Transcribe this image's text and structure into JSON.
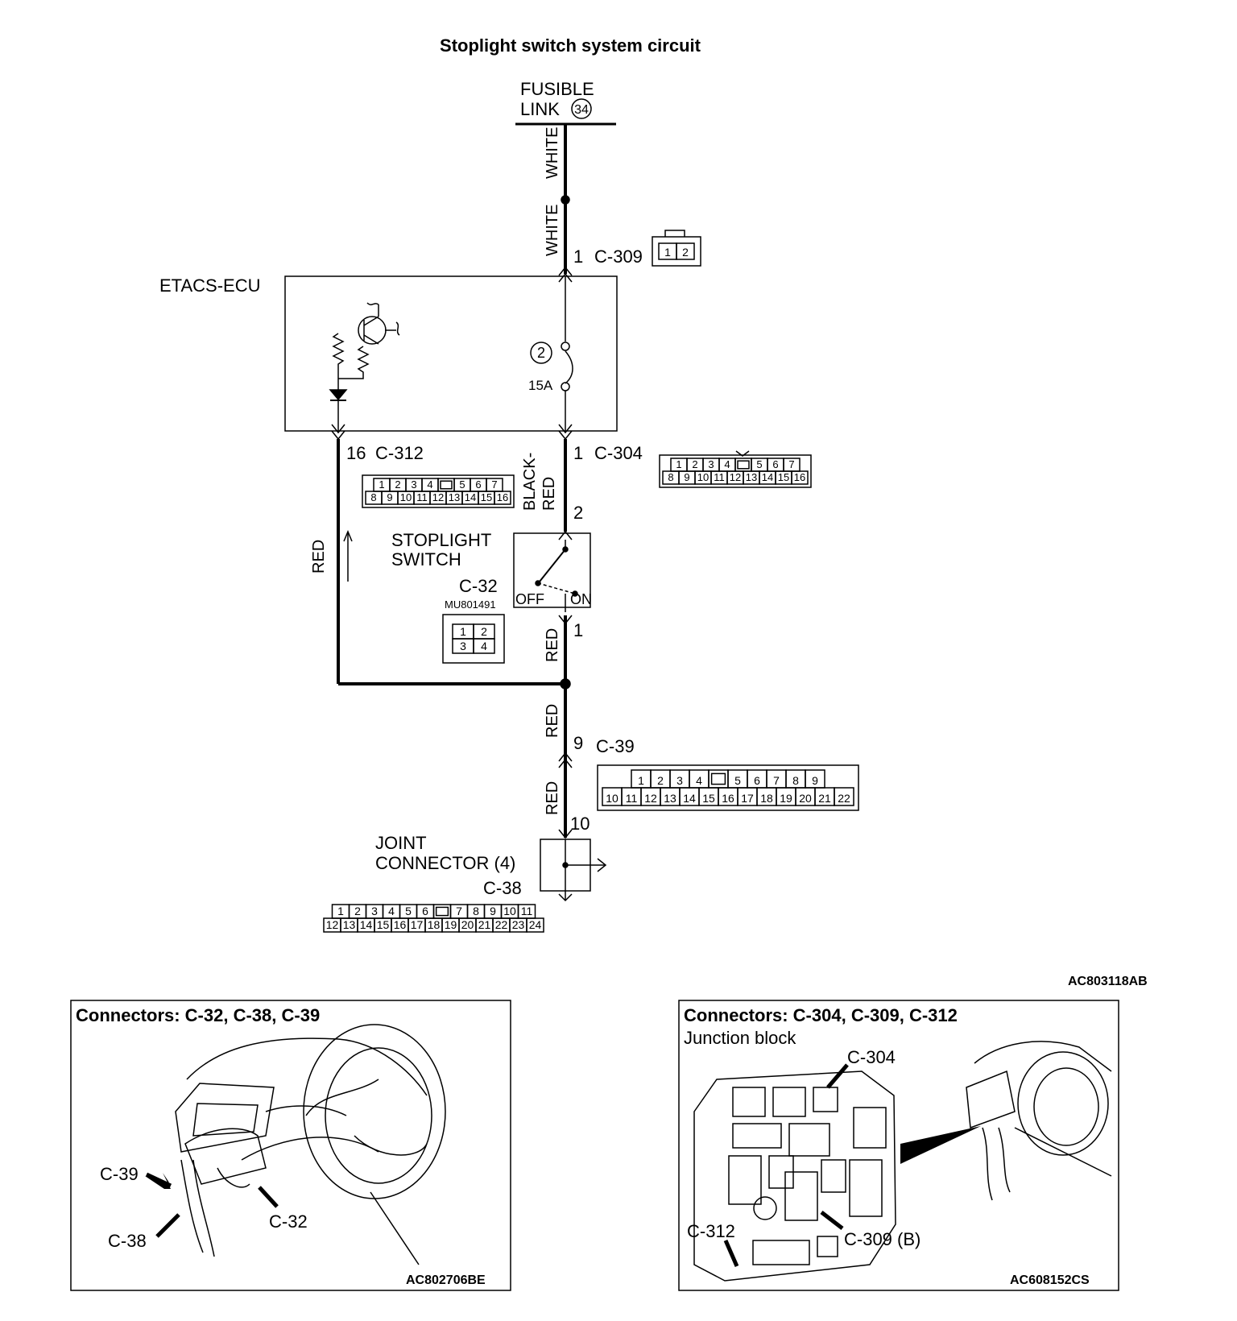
{
  "title": "Stoplight switch  system circuit",
  "fusible_link": {
    "line1": "FUSIBLE",
    "line2": "LINK",
    "number": "34"
  },
  "etacs_ecu": {
    "label": "ETACS-ECU",
    "fuse_number": "2",
    "fuse_rating": "15A"
  },
  "wires": {
    "white_a": "WHITE",
    "white_b": "WHITE",
    "red_left": "RED",
    "black_red_1": "BLACK-",
    "black_red_2": "RED",
    "red_c32": "RED",
    "red_c39_top": "RED",
    "red_c39_bottom": "RED"
  },
  "pins": {
    "c309_pin": "1",
    "c312_pin": "16",
    "c304_pin": "1",
    "switch_top_pin": "2",
    "switch_bottom_pin": "1",
    "c39_pin": "9",
    "joint_pin": "10"
  },
  "connectors": {
    "c309": {
      "name": "C-309",
      "cells": [
        "1",
        "2"
      ]
    },
    "c312": {
      "name": "C-312",
      "row1": [
        "1",
        "2",
        "3",
        "4",
        "",
        "5",
        "6",
        "7"
      ],
      "row2": [
        "8",
        "9",
        "10",
        "11",
        "12",
        "13",
        "14",
        "15",
        "16"
      ]
    },
    "c304": {
      "name": "C-304",
      "row1": [
        "1",
        "2",
        "3",
        "4",
        "",
        "5",
        "6",
        "7"
      ],
      "row2": [
        "8",
        "9",
        "10",
        "11",
        "12",
        "13",
        "14",
        "15",
        "16"
      ]
    },
    "c32": {
      "name": "C-32",
      "part": "MU801491",
      "row1": [
        "1",
        "2"
      ],
      "row2": [
        "3",
        "4"
      ]
    },
    "c39": {
      "name": "C-39",
      "row1": [
        "1",
        "2",
        "3",
        "4",
        "",
        "5",
        "6",
        "7",
        "8",
        "9"
      ],
      "row2": [
        "10",
        "11",
        "12",
        "13",
        "14",
        "15",
        "16",
        "17",
        "18",
        "19",
        "20",
        "21",
        "22"
      ]
    },
    "c38": {
      "name": "C-38",
      "row1": [
        "1",
        "2",
        "3",
        "4",
        "5",
        "6",
        "",
        "7",
        "8",
        "9",
        "10",
        "11"
      ],
      "row2": [
        "12",
        "13",
        "14",
        "15",
        "16",
        "17",
        "18",
        "19",
        "20",
        "21",
        "22",
        "23",
        "24"
      ]
    }
  },
  "stoplight_switch": {
    "line1": "STOPLIGHT",
    "line2": "SWITCH",
    "off": "OFF",
    "on": "ON"
  },
  "joint_connector": {
    "line1": "JOINT",
    "line2": "CONNECTOR (4)"
  },
  "diagram_code": "AC803118AB",
  "panel_left": {
    "title": "Connectors: C-32, C-38, C-39",
    "callouts": [
      "C-39",
      "C-38",
      "C-32"
    ],
    "code": "AC802706BE"
  },
  "panel_right": {
    "title": "Connectors: C-304, C-309, C-312",
    "subtitle": "Junction block",
    "callouts": [
      "C-304",
      "C-312",
      "C-309 (B)"
    ],
    "code": "AC608152CS"
  }
}
